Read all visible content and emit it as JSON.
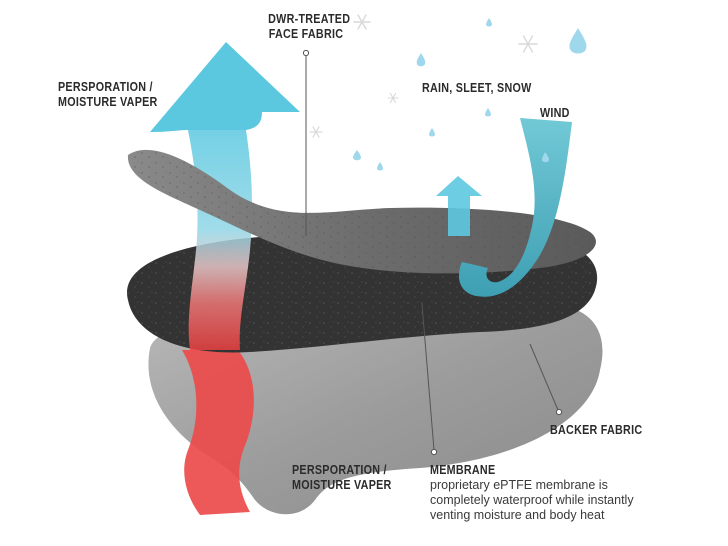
{
  "labels": {
    "dwr": [
      "DWR-TREATED",
      "FACE FABRIC"
    ],
    "perspiration_top": [
      "PERSPORATION /",
      "MOISTURE VAPER"
    ],
    "rain": "RAIN, SLEET, SNOW",
    "wind": "WIND",
    "backer": "BACKER FABRIC",
    "perspiration_bottom": [
      "PERSPORATION /",
      "MOISTURE VAPER"
    ],
    "membrane": {
      "title": "MEMBRANE",
      "description": [
        "proprietary ePTFE membrane is",
        "completely waterproof while instantly",
        "venting moisture and body heat"
      ]
    }
  },
  "colors": {
    "label_text": "#2b2b2b",
    "vapor_top": "#5cc8e0",
    "vapor_bottom": "#ec4b4b",
    "wind": "#58b8c8",
    "face_fabric": "#6f6f6f",
    "membrane": "#333333",
    "backer": "#9a9a9a",
    "droplet": "#9fd8ec"
  },
  "icons": [
    "snowflake-icon",
    "raindrop-icon"
  ]
}
